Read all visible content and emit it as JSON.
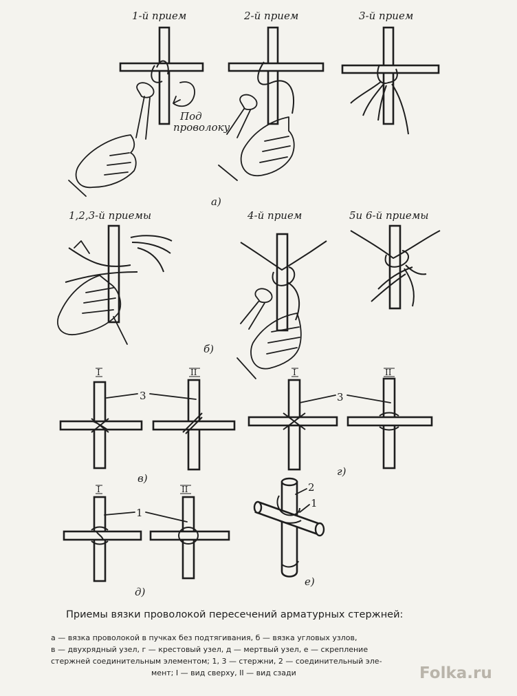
{
  "panel_a": {
    "step1": "1-й прием",
    "step2": "2-й прием",
    "step3": "3-й прием",
    "note": [
      "Под",
      "проволоку"
    ],
    "letter": "а)"
  },
  "panel_b": {
    "step123": "1,2,3-й приемы",
    "step4": "4-й прием",
    "step56": "5и 6-й приемы",
    "letter": "б)"
  },
  "panel_v": {
    "view1": "I",
    "view2": "II",
    "ref": "3",
    "letter": "в)"
  },
  "panel_g": {
    "view1": "I",
    "view2": "II",
    "ref": "3",
    "letter": "г)"
  },
  "panel_d": {
    "view1": "I",
    "view2": "II",
    "ref": "1",
    "letter": "д)"
  },
  "panel_e": {
    "ref2": "2",
    "ref1": "1",
    "letter": "е)"
  },
  "caption": {
    "title": "Приемы вязки проволокой пересечений арматурных стержней:",
    "line1": "а — вязка проволокой в пучках без подтягивания, б — вязка угловых узлов,",
    "line2": "в — двухрядный узел, г — крестовый узел, д — мертвый узел, е — скрепление",
    "line3": "стержней соединительным элементом; 1, 3 — стержни, 2 — соединительный эле-",
    "line4": "мент; I — вид сверху, II — вид сзади"
  },
  "watermark": "Folka.ru"
}
